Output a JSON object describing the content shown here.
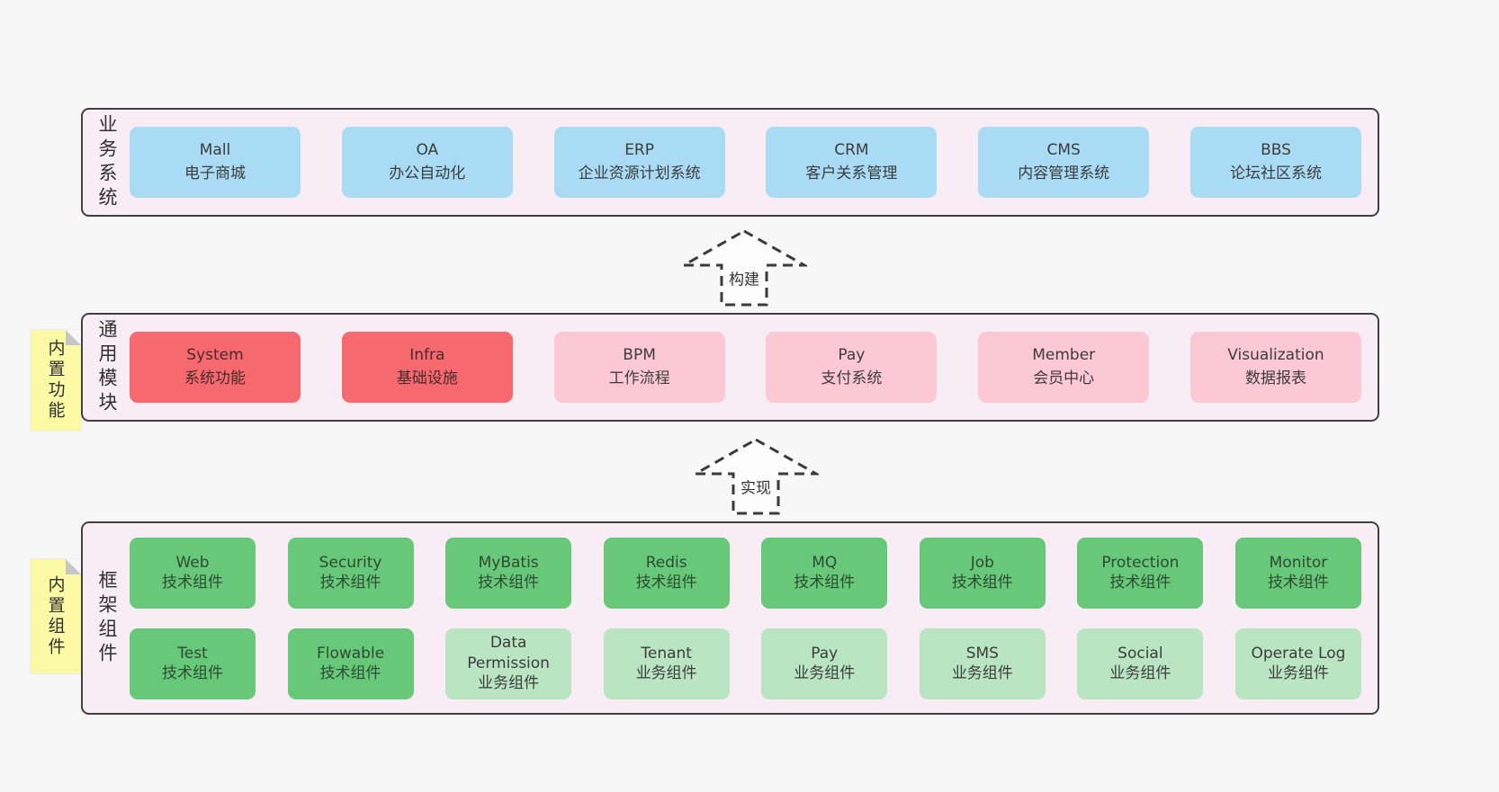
{
  "diagram_title": "",
  "colors": {
    "page_bg": "#f7f7f7",
    "band_bg": "#f8edf5",
    "band_border": "#404040",
    "box_blue": "#a9dbf5",
    "box_red": "#f5696f",
    "box_pink": "#fbc8d4",
    "box_green": "#66c878",
    "box_lightgreen": "#b9e5c3",
    "note_yellow": "#fbf9a3",
    "note_fold": "#c6c6c6"
  },
  "arrows": [
    {
      "label": "构建",
      "direction": "up"
    },
    {
      "label": "实现",
      "direction": "up"
    }
  ],
  "bands": [
    {
      "label": "业务系统",
      "boxes": [
        {
          "title": "Mall",
          "subtitle": "电子商城",
          "variant": "blue"
        },
        {
          "title": "OA",
          "subtitle": "办公自动化",
          "variant": "blue"
        },
        {
          "title": "ERP",
          "subtitle": "企业资源计划系统",
          "variant": "blue"
        },
        {
          "title": "CRM",
          "subtitle": "客户关系管理",
          "variant": "blue"
        },
        {
          "title": "CMS",
          "subtitle": "内容管理系统",
          "variant": "blue"
        },
        {
          "title": "BBS",
          "subtitle": "论坛社区系统",
          "variant": "blue"
        }
      ]
    },
    {
      "label": "通用模块",
      "note": "内置功能",
      "boxes": [
        {
          "title": "System",
          "subtitle": "系统功能",
          "variant": "red"
        },
        {
          "title": "Infra",
          "subtitle": "基础设施",
          "variant": "red"
        },
        {
          "title": "BPM",
          "subtitle": "工作流程",
          "variant": "pink"
        },
        {
          "title": "Pay",
          "subtitle": "支付系统",
          "variant": "pink"
        },
        {
          "title": "Member",
          "subtitle": "会员中心",
          "variant": "pink"
        },
        {
          "title": "Visualization",
          "subtitle": "数据报表",
          "variant": "pink"
        }
      ]
    },
    {
      "label": "框架组件",
      "note": "内置组件",
      "rows": [
        [
          {
            "title": "Web",
            "subtitle": "技术组件",
            "variant": "green"
          },
          {
            "title": "Security",
            "subtitle": "技术组件",
            "variant": "green"
          },
          {
            "title": "MyBatis",
            "subtitle": "技术组件",
            "variant": "green"
          },
          {
            "title": "Redis",
            "subtitle": "技术组件",
            "variant": "green"
          },
          {
            "title": "MQ",
            "subtitle": "技术组件",
            "variant": "green"
          },
          {
            "title": "Job",
            "subtitle": "技术组件",
            "variant": "green"
          },
          {
            "title": "Protection",
            "subtitle": "技术组件",
            "variant": "green"
          },
          {
            "title": "Monitor",
            "subtitle": "技术组件",
            "variant": "green"
          }
        ],
        [
          {
            "title": "Test",
            "subtitle": "技术组件",
            "variant": "green"
          },
          {
            "title": "Flowable",
            "subtitle": "技术组件",
            "variant": "green"
          },
          {
            "title": "Data Permission",
            "subtitle": "业务组件",
            "variant": "lightgreen"
          },
          {
            "title": "Tenant",
            "subtitle": "业务组件",
            "variant": "lightgreen"
          },
          {
            "title": "Pay",
            "subtitle": "业务组件",
            "variant": "lightgreen"
          },
          {
            "title": "SMS",
            "subtitle": "业务组件",
            "variant": "lightgreen"
          },
          {
            "title": "Social",
            "subtitle": "业务组件",
            "variant": "lightgreen"
          },
          {
            "title": "Operate Log",
            "subtitle": "业务组件",
            "variant": "lightgreen"
          }
        ]
      ]
    }
  ]
}
